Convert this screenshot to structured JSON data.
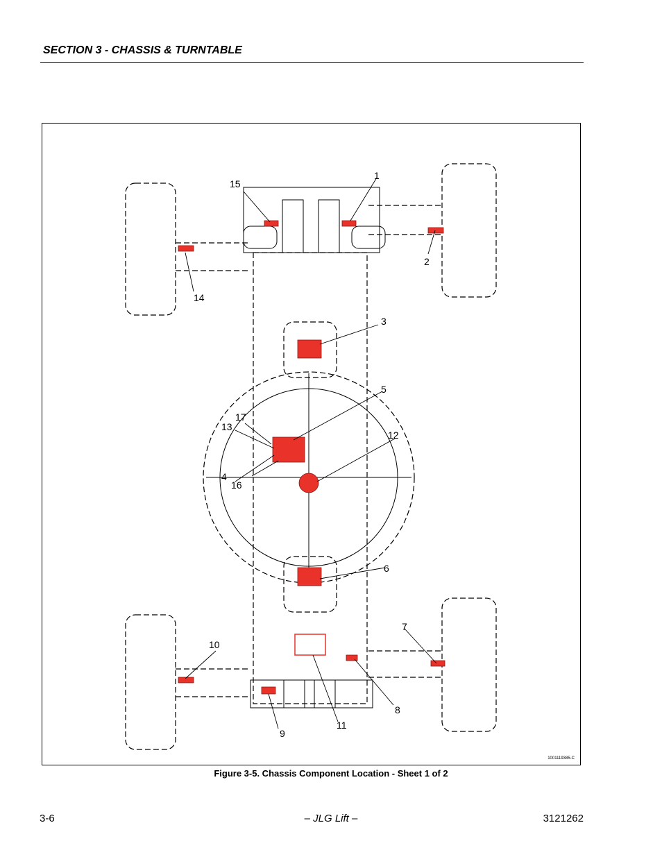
{
  "header": {
    "section_title": "SECTION 3 - CHASSIS & TURNTABLE"
  },
  "figure": {
    "caption": "Figure 3-5.  Chassis Component Location - Sheet 1 of 2",
    "drawing_id": "1001119385-C",
    "callouts": [
      "1",
      "2",
      "3",
      "4",
      "5",
      "6",
      "7",
      "8",
      "9",
      "10",
      "11",
      "12",
      "13",
      "14",
      "15",
      "16",
      "17"
    ],
    "highlight_color": "#e8322a"
  },
  "footer": {
    "page_number": "3-6",
    "center_text": "– JLG Lift –",
    "doc_number": "3121262"
  }
}
